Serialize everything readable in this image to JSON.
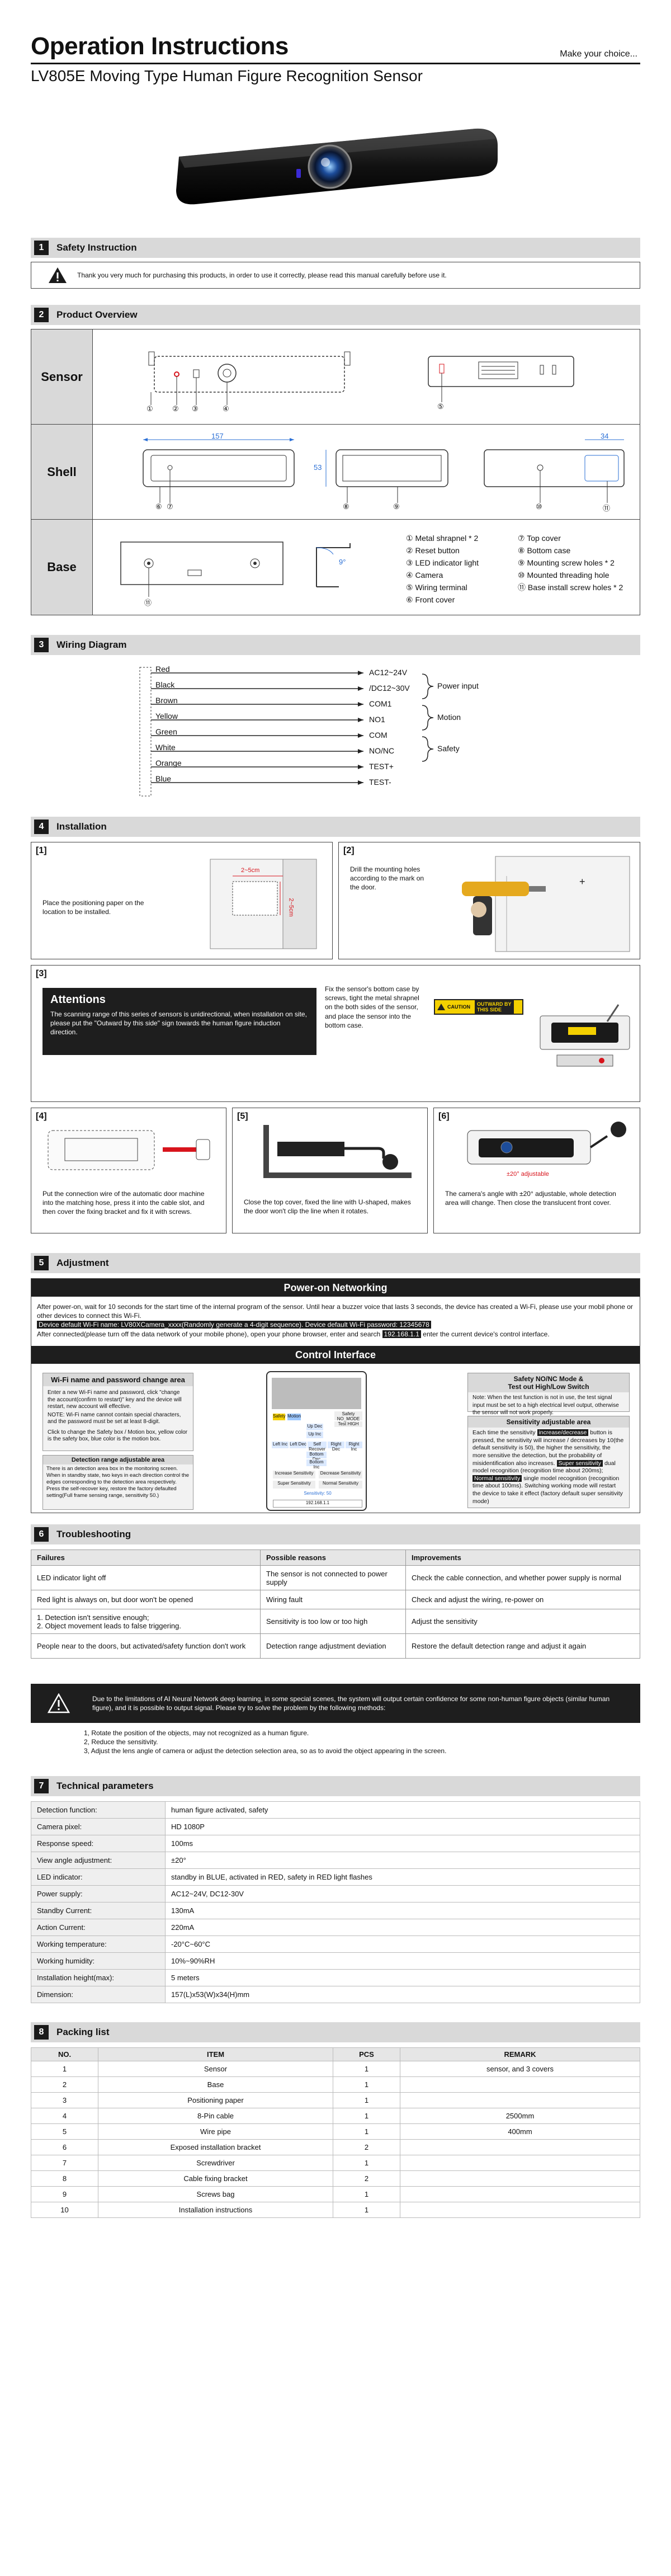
{
  "header": {
    "title": "Operation Instructions",
    "tagline": "Make your choice...",
    "subtitle": "LV805E  Moving Type Human Figure Recognition Sensor"
  },
  "colors": {
    "accent": "#1e1e1e",
    "sensor_led": "#3b2bd6",
    "dim_blue": "#2a6fd6",
    "red": "#d8141c"
  },
  "sections": {
    "s1": {
      "num": "1",
      "label": "Safety Instruction"
    },
    "s2": {
      "num": "2",
      "label": "Product Overview"
    },
    "s3": {
      "num": "3",
      "label": "Wiring Diagram"
    },
    "s4": {
      "num": "4",
      "label": "Installation"
    },
    "s5": {
      "num": "5",
      "label": "Adjustment"
    },
    "s6": {
      "num": "6",
      "label": "Troubleshooting"
    },
    "s7": {
      "num": "7",
      "label": "Technical parameters"
    },
    "s8": {
      "num": "8",
      "label": "Packing list"
    }
  },
  "safety": {
    "text": "Thank you very much for purchasing this products, in order to use it correctly, please read this manual carefully before use it."
  },
  "overview": {
    "rows": [
      "Sensor",
      "Shell",
      "Base"
    ],
    "markers_sensor": [
      "①",
      "②",
      "③",
      "④",
      "⑤"
    ],
    "markers_shell": [
      "⑥",
      "⑦",
      "⑧",
      "⑨",
      "⑩",
      "⑪"
    ],
    "marker_base": "⑪",
    "dim_width": "157",
    "dim_height": "53",
    "dim_depth": "34",
    "angle": "9°",
    "legend_left": [
      "① Metal shrapnel * 2",
      "② Reset button",
      "③ LED indicator light",
      "④ Camera",
      "⑤ Wiring terminal",
      "⑥ Front cover"
    ],
    "legend_right": [
      "⑦ Top cover",
      "⑧ Bottom case",
      "⑨ Mounting screw holes * 2",
      "⑩ Mounted threading hole",
      "⑪ Base install screw holes * 2"
    ]
  },
  "wiring": {
    "wires": [
      "Red",
      "Black",
      "Brown",
      "Yellow",
      "Green",
      "White",
      "Orange",
      "Blue"
    ],
    "terminals": [
      "AC12~24V",
      "/DC12~30V",
      "COM1",
      "NO1",
      "COM",
      "NO/NC",
      "TEST+",
      "TEST-"
    ],
    "groups": [
      "Power input",
      "Motion",
      "Safety"
    ]
  },
  "installation": {
    "step1": {
      "num": "[1]",
      "text": "Place the positioning paper on the location to be installed.",
      "dim1": "2~5cm",
      "dim2": "2~5cm"
    },
    "step2": {
      "num": "[2]",
      "text": "Drill the mounting holes according to the mark on the door."
    },
    "step3": {
      "num": "[3]",
      "att_title": "Attentions",
      "att_text": "The scanning range of this series of sensors is unidirectional, when installation on site, please put the \"Outward by this side\" sign towards the human figure induction direction.",
      "text": "Fix the sensor's bottom case by screws, tight the metal shrapnel on the both sides of the sensor, and place the sensor into the bottom case.",
      "caution": "CAUTION",
      "outward": "OUTWARD BY THIS SIDE"
    },
    "step4": {
      "num": "[4]",
      "text": "Put the connection wire of the automatic door machine into the matching hose, press it into the cable slot, and then cover the fixing bracket and fix it with screws."
    },
    "step5": {
      "num": "[5]",
      "text": "Close the top cover, fixed the line with U-shaped, makes the door won't clip the line when it rotates."
    },
    "step6": {
      "num": "[6]",
      "text": "The camera's angle with ±20° adjustable, whole detection area will change. Then close the translucent front cover.",
      "angle": "±20° adjustable"
    }
  },
  "adjustment": {
    "power_on_title": "Power-on Networking",
    "power_on_1": "After power-on, wait for 10 seconds for the start time of the internal program of the sensor. Until hear a buzzer voice that lasts 3 seconds, the device has created a Wi-Fi, please use your mobil phone or other devices to connect this Wi-Fi.",
    "power_on_hl1": "Device default Wi-Fi name: LV80XCamera_xxxx(Randomly generate a 4-digit sequence). Device default Wi-Fi password: 12345678",
    "power_on_2a": "After connected(please turn off the data network of your mobile phone), open your phone browser, enter and search",
    "power_on_ip": "192.168.1.1",
    "power_on_2b": "enter the current device's control interface.",
    "control_title": "Control Interface",
    "wifi_title": "Wi-Fi name and password change area",
    "wifi_text1": "Enter a new Wi-Fi name and password, click \"change the account(confirm to restart)\" key and the device will restart, new account will effective.",
    "wifi_text2": "NOTE: Wi-Fi name cannot contain special characters, and the password must be set at least 8-digit.",
    "wifi_text3": "Click to change the Safety box / Motion box, yellow color is the safety box, blue color is the motion box.",
    "det_title": "Detection range adjustable area",
    "det_text": "There is an detection area box in the monitoring screen. When in standby state, two keys in each direction control the edges corresponding to the detection area respectively. Press the self-recover key, restore the factory defaulted setting(Full frame sensing range, sensitivity 50.)",
    "safety_title1": "Safety NO/NC Mode &",
    "safety_title2": "Test out High/Low Switch",
    "safety_text": "Note: When the test function is not in use, the test signal input must be set to a high electrical level output, otherwise the sensor will not work properly.",
    "sens_title": "Sensitivity adjustable area",
    "sens_text1": "Each time the sensitivity",
    "sens_hl1": "increase/decrease",
    "sens_text2": "button is pressed, the sensitivity will increase / decreases by 10(the default sensitivity is 50), the higher the sensitivity, the more sensitive the detection, but the probability of misidentification also increases.",
    "sens_hl2": "Super sensitivity",
    "sens_text3": "dual model recognition (recognition time about 200ms);",
    "sens_hl3": "Normal sensitivity",
    "sens_text4": "single model recognition (recognition time about 100ms).",
    "sens_text5": "Switching working mode will restart the device to take it effect (factory default super sensitivity mode)",
    "phone": {
      "safety": "Safety",
      "motion": "Motion",
      "safety_nc": "Safety NO_MODE",
      "test_high": "Test HIGH",
      "up_dec": "Up Dec",
      "up_inc": "Up Inc",
      "left_inc": "Left Inc",
      "left_dec": "Left Dec",
      "self_recover": "Self Recover",
      "right_dec": "Right Dec",
      "right_inc": "Right Inc",
      "bottom_dec": "Bottom Dec",
      "bottom_inc": "Bottom Inc",
      "increase": "Increase Sensitivity",
      "decrease": "Decrease Sensitivity",
      "super": "Super Sensitivity",
      "normal": "Normal Sensitivity",
      "sensitivity": "Sensitivity: 50",
      "address": "192.168.1.1"
    }
  },
  "troubleshooting": {
    "headers": [
      "Failures",
      "Possible reasons",
      "Improvements"
    ],
    "rows": [
      [
        "LED indicator light off",
        "The sensor is not connected to power supply",
        "Check the cable connection, and whether power supply is normal"
      ],
      [
        "Red light is always on, but door won't be opened",
        "Wiring fault",
        "Check and adjust the wiring, re-power on"
      ],
      [
        "1. Detection isn't sensitive enough;\n2. Object movement leads to false triggering.",
        "Sensitivity is too low or too high",
        "Adjust the sensitivity"
      ],
      [
        "People near to the doors, but activated/safety function don't work",
        "Detection range adjustment deviation",
        "Restore the default detection range and adjust it again"
      ]
    ],
    "notice": "Due to the limitations of AI Neural Network deep learning, in some special scenes, the system will output certain confidence for some non-human figure objects (similar human figure), and it is possible to output signal. Please try to solve the problem by the following methods:",
    "methods": [
      "1, Rotate the position of the objects, may not recognized as a human figure.",
      "2, Reduce the sensitivity.",
      "3, Adjust the lens angle of camera or adjust the detection selection area, so as to avoid the object appearing in the screen."
    ]
  },
  "tech": [
    [
      "Detection function:",
      "human figure activated, safety"
    ],
    [
      "Camera pixel:",
      "HD 1080P"
    ],
    [
      "Response speed:",
      "100ms"
    ],
    [
      "View angle adjustment:",
      "±20°"
    ],
    [
      "LED indicator:",
      "standby in BLUE, activated in RED, safety in RED light flashes"
    ],
    [
      "Power supply:",
      "AC12~24V, DC12-30V"
    ],
    [
      "Standby Current:",
      "130mA"
    ],
    [
      "Action Current:",
      "220mA"
    ],
    [
      "Working temperature:",
      "-20°C~60°C"
    ],
    [
      "Working humidity:",
      "10%~90%RH"
    ],
    [
      "Installation height(max):",
      "5 meters"
    ],
    [
      "Dimension:",
      "157(L)x53(W)x34(H)mm"
    ]
  ],
  "packing": {
    "headers": [
      "NO.",
      "ITEM",
      "PCS",
      "REMARK"
    ],
    "rows": [
      [
        "1",
        "Sensor",
        "1",
        "sensor, and 3 covers"
      ],
      [
        "2",
        "Base",
        "1",
        ""
      ],
      [
        "3",
        "Positioning paper",
        "1",
        ""
      ],
      [
        "4",
        "8-Pin cable",
        "1",
        "2500mm"
      ],
      [
        "5",
        "Wire pipe",
        "1",
        "400mm"
      ],
      [
        "6",
        "Exposed installation bracket",
        "2",
        ""
      ],
      [
        "7",
        "Screwdriver",
        "1",
        ""
      ],
      [
        "8",
        "Cable fixing bracket",
        "2",
        ""
      ],
      [
        "9",
        "Screws bag",
        "1",
        ""
      ],
      [
        "10",
        "Installation instructions",
        "1",
        ""
      ]
    ]
  }
}
